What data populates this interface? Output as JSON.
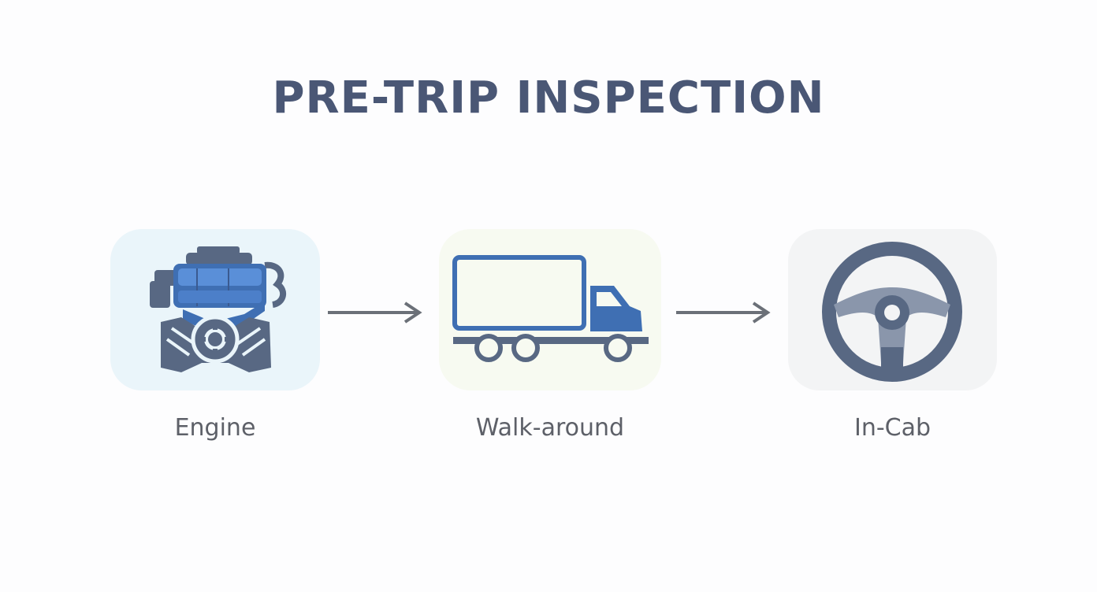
{
  "title": "PRE-TRIP INSPECTION",
  "steps": [
    {
      "label": "Engine",
      "icon": "engine-icon"
    },
    {
      "label": "Walk-around",
      "icon": "truck-icon"
    },
    {
      "label": "In-Cab",
      "icon": "steering-wheel-icon"
    }
  ],
  "colors": {
    "title": "#4a5775",
    "icon_dark": "#586883",
    "icon_blue": "#3f6fb3",
    "arrow": "#6b7078",
    "label": "#5d6068"
  }
}
